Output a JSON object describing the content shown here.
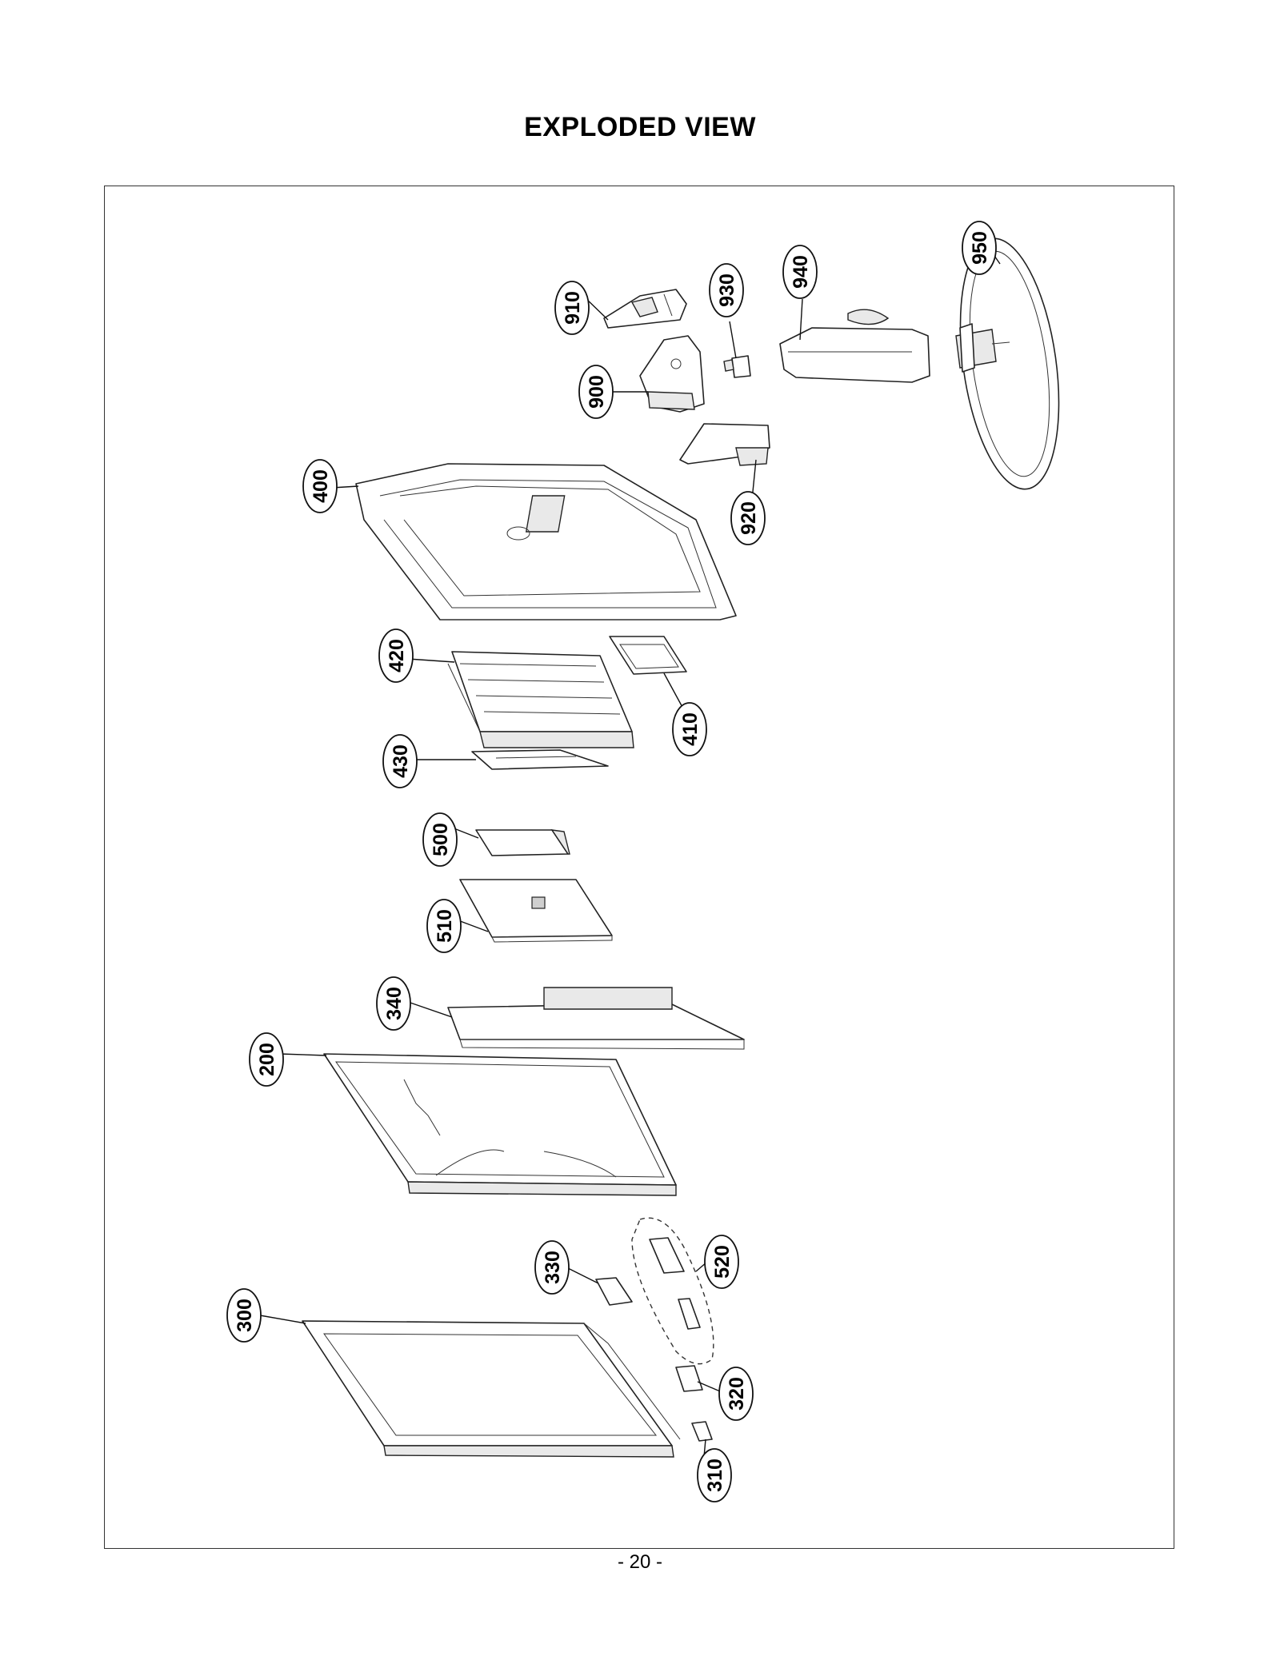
{
  "title": "EXPLODED VIEW",
  "page_number": "- 20 -",
  "callouts": {
    "c910": "910",
    "c930": "930",
    "c940": "940",
    "c950": "950",
    "c900": "900",
    "c920": "920",
    "c400": "400",
    "c420": "420",
    "c410": "410",
    "c430": "430",
    "c500": "500",
    "c510": "510",
    "c340": "340",
    "c200": "200",
    "c330": "330",
    "c520": "520",
    "c300": "300",
    "c320": "320",
    "c310": "310"
  },
  "colors": {
    "line": "#222222",
    "background": "#ffffff"
  }
}
